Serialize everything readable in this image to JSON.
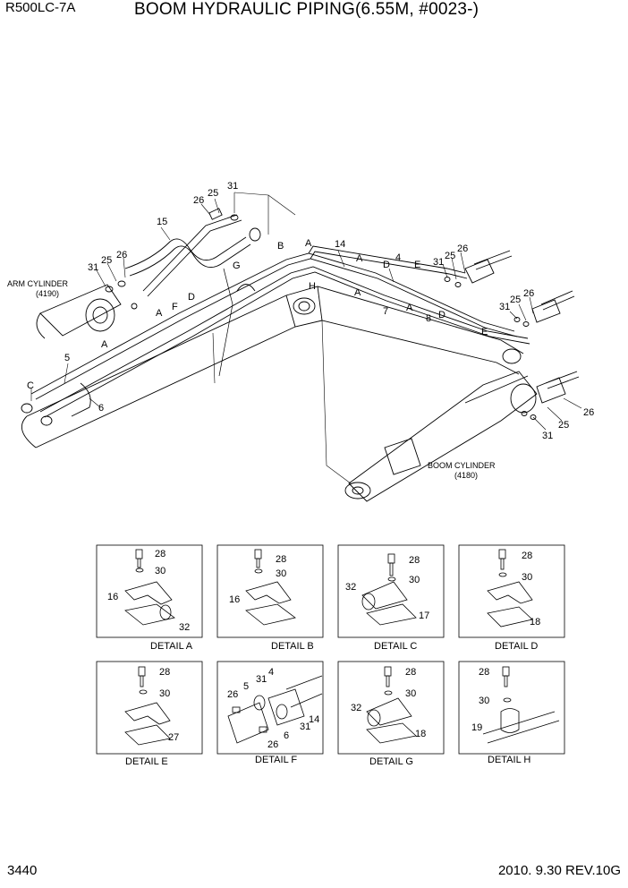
{
  "header": {
    "model": "R500LC-7A",
    "title": "BOOM HYDRAULIC PIPING(6.55M, #0023-)"
  },
  "main_callouts": {
    "arm_cylinder": "ARM CYLINDER",
    "arm_cylinder_code": "(4190)",
    "boom_cylinder": "BOOM CYLINDER",
    "boom_cylinder_code": "(4180)",
    "c26a": "26",
    "c25a": "25",
    "c31a": "31",
    "c15": "15",
    "c31b": "31",
    "c25b": "25",
    "c26b": "26",
    "cA1": "A",
    "cF": "F",
    "cD1": "D",
    "cG": "G",
    "cA2": "A",
    "c5": "5",
    "cC": "C",
    "c6": "6",
    "cB": "B",
    "cA3": "A",
    "c14": "14",
    "cH": "H",
    "cA4": "A",
    "c4": "4",
    "cD2": "D",
    "cE1": "E",
    "cA5": "A",
    "c7": "7",
    "cA6": "A",
    "c8": "8",
    "cD3": "D",
    "cE2": "E",
    "c31c": "31",
    "c25c": "25",
    "c26c": "26",
    "c31d": "31",
    "c25d": "25",
    "c26d": "26",
    "c26e": "26",
    "c31e": "31",
    "c25e": "25"
  },
  "details": [
    {
      "title": "DETAIL A",
      "callouts": [
        "28",
        "30",
        "16",
        "32"
      ]
    },
    {
      "title": "DETAIL B",
      "callouts": [
        "28",
        "30",
        "16"
      ]
    },
    {
      "title": "DETAIL C",
      "callouts": [
        "28",
        "32",
        "30",
        "17"
      ]
    },
    {
      "title": "DETAIL D",
      "callouts": [
        "28",
        "30",
        "18"
      ]
    },
    {
      "title": "DETAIL E",
      "callouts": [
        "28",
        "30",
        "27"
      ]
    },
    {
      "title": "DETAIL F",
      "callouts": [
        "31",
        "4",
        "5",
        "26",
        "31",
        "14",
        "6",
        "26"
      ]
    },
    {
      "title": "DETAIL G",
      "callouts": [
        "28",
        "30",
        "32",
        "18"
      ]
    },
    {
      "title": "DETAIL H",
      "callouts": [
        "28",
        "30",
        "19"
      ]
    }
  ],
  "footer": {
    "page": "3440",
    "date_rev": "2010. 9.30  REV.10G"
  }
}
